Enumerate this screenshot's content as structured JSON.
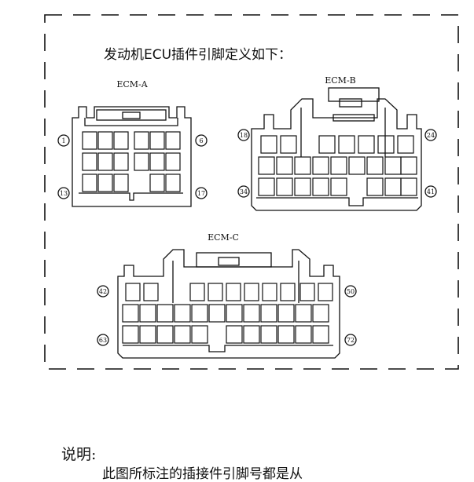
{
  "title": "发动机ECU插件引脚定义如下：",
  "note_label": "说明:",
  "bottom_text": "此图所标注的插接件引脚号都是从",
  "connectors": [
    {
      "name": "ECM-A",
      "pins": {
        "top_left": "1",
        "top_right": "6",
        "bottom_left": "13",
        "bottom_right": "17"
      }
    },
    {
      "name": "ECM-B",
      "pins": {
        "top_left": "18",
        "top_right": "24",
        "bottom_left": "34",
        "bottom_right": "41"
      }
    },
    {
      "name": "ECM-C",
      "pins": {
        "top_left": "42",
        "top_right": "50",
        "bottom_left": "63",
        "bottom_right": "72"
      }
    }
  ]
}
